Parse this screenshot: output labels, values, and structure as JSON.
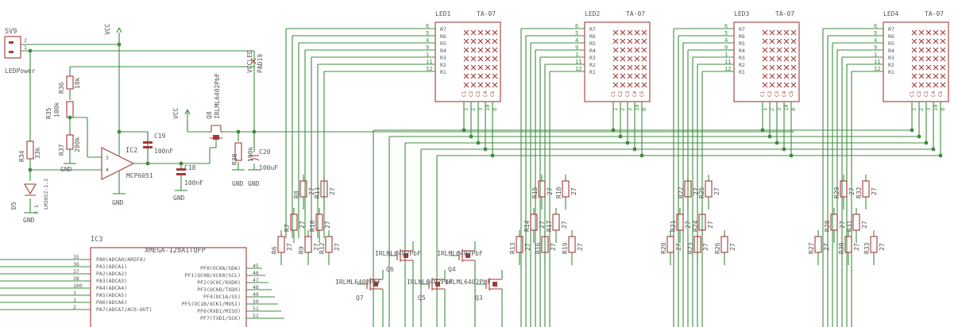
{
  "labels": {
    "vcc": "VCC",
    "vccled": "VCCLED",
    "pad19": "PAD19",
    "gnd": "GND"
  },
  "pins": {
    "p1": "1",
    "p2": "2",
    "p3": "3",
    "p4": "4",
    "z21": "2 1"
  },
  "parts": {
    "sv9": "SV9",
    "ledpower": "LEDPower",
    "r34": "R34",
    "r35": "R35",
    "r36": "R36",
    "r37": "R37",
    "r38": "R38",
    "d5": "D5",
    "lm385": "LM385Z-1.2",
    "ic2": "IC2",
    "mcp": "MCP6051",
    "c18": "C18",
    "c19": "C19",
    "c20": "C20",
    "q8": "Q8",
    "irlml": "IRLML6402PbF",
    "ic3": "IC3",
    "xmega": "XMEGA-128A1TQFP"
  },
  "values": {
    "v10k": "10k",
    "v100k": "100k",
    "v200k": "200k",
    "v33k": "33k",
    "c100nf": "100nF",
    "c100uf": "100uF",
    "r27": "27"
  },
  "led_matrices": [
    {
      "name": "LED1",
      "type": "TA-07"
    },
    {
      "name": "LED2",
      "type": "TA-07"
    },
    {
      "name": "LED3",
      "type": "TA-07"
    },
    {
      "name": "LED4",
      "type": "TA-07"
    }
  ],
  "led_rows": [
    "R7",
    "R6",
    "R5",
    "R4",
    "R3",
    "R2",
    "R1"
  ],
  "led_row_pins": [
    "6",
    "5",
    "4",
    "9",
    "1",
    "11",
    "12"
  ],
  "led_cols": [
    "C1",
    "C2",
    "C3",
    "C4",
    "C5"
  ],
  "led_col_pins": [
    "1",
    "2",
    "3",
    "10",
    "8"
  ],
  "resistors": [
    {
      "name": "R6",
      "value": "27"
    },
    {
      "name": "R7",
      "value": "27"
    },
    {
      "name": "R8",
      "value": "27"
    },
    {
      "name": "R9",
      "value": "27"
    },
    {
      "name": "R10",
      "value": "27"
    },
    {
      "name": "R11",
      "value": "27"
    },
    {
      "name": "R12",
      "value": "27"
    },
    {
      "name": "R13",
      "value": "27"
    },
    {
      "name": "R14",
      "value": "27"
    },
    {
      "name": "R15",
      "value": "27"
    },
    {
      "name": "R16",
      "value": "27"
    },
    {
      "name": "R17",
      "value": "27"
    },
    {
      "name": "R18",
      "value": "27"
    },
    {
      "name": "R19",
      "value": "27"
    },
    {
      "name": "R20",
      "value": "27"
    },
    {
      "name": "R21",
      "value": "27"
    },
    {
      "name": "R22",
      "value": "27"
    },
    {
      "name": "R23",
      "value": "27"
    },
    {
      "name": "R24",
      "value": "27"
    },
    {
      "name": "R25",
      "value": "27"
    },
    {
      "name": "R26",
      "value": "27"
    },
    {
      "name": "R27",
      "value": "27"
    },
    {
      "name": "R28",
      "value": "27"
    },
    {
      "name": "R29",
      "value": "27"
    },
    {
      "name": "R30",
      "value": "27"
    },
    {
      "name": "R31",
      "value": "27"
    },
    {
      "name": "R32",
      "value": "27"
    },
    {
      "name": "R33",
      "value": "27"
    }
  ],
  "mosfets": [
    {
      "name": "Q3",
      "part": "IRLML6402PbF"
    },
    {
      "name": "Q4",
      "part": "IRLML6402PbF"
    },
    {
      "name": "Q5",
      "part": "IRLML6402PbF"
    },
    {
      "name": "Q6",
      "part": "IRLML6402PbF"
    },
    {
      "name": "Q7",
      "part": "IRLML6402PbF"
    }
  ],
  "ic3_left": [
    {
      "pin": "35",
      "label": "PA0(ADCA0/AREFA)"
    },
    {
      "pin": "36",
      "label": "PA1(ADCA1)"
    },
    {
      "pin": "37",
      "label": "PA2(ADCA2)"
    },
    {
      "pin": "38",
      "label": "PA3(ADCA3)"
    },
    {
      "pin": "100",
      "label": "PA4(ADCA4)"
    },
    {
      "pin": "1",
      "label": "PA5(ADCA5)"
    },
    {
      "pin": "1",
      "label": "PA6(ADCA6)"
    },
    {
      "pin": "2",
      "label": "PA7(ADCA7/AC0-OUT)"
    }
  ],
  "ic3_right": [
    {
      "pin": "45",
      "label": "PF0(OC0A/SDA)"
    },
    {
      "pin": "46",
      "label": "PF1(OC0B/XCK0/SCL)"
    },
    {
      "pin": "47",
      "label": "PF2(OC0C/RXD0)"
    },
    {
      "pin": "48",
      "label": "PF3(OC0D/TXD0)"
    },
    {
      "pin": "49",
      "label": "PF4(OC1A/SS)"
    },
    {
      "pin": "50",
      "label": "PF5(OC1B/XCK1/MOSI)"
    },
    {
      "pin": "51",
      "label": "PF6(RXD1/MISO)"
    },
    {
      "pin": "52",
      "label": "PF7(TXD1/SCK)"
    }
  ]
}
